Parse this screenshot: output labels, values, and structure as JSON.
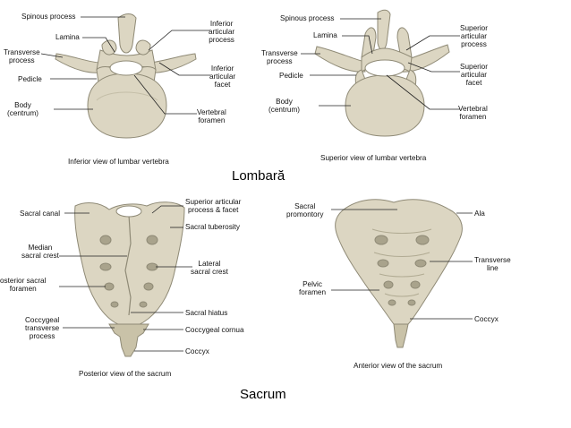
{
  "sections": {
    "lumbar_title": "Lombară",
    "sacrum_title": "Sacrum"
  },
  "inferior_view": {
    "caption": "Inferior view of lumbar vertebra",
    "labels": {
      "spinous_process": "Spinous process",
      "lamina": "Lamina",
      "transverse_process": [
        "Transverse",
        "process"
      ],
      "pedicle": "Pedicle",
      "body": [
        "Body",
        "(centrum)"
      ],
      "inferior_articular_process": [
        "Inferior",
        "articular",
        "process"
      ],
      "inferior_articular_facet": [
        "Inferior",
        "articular",
        "facet"
      ],
      "vertebral_foramen": [
        "Vertebral",
        "foramen"
      ]
    }
  },
  "superior_view": {
    "caption": "Superior view of lumbar vertebra",
    "labels": {
      "spinous_process": "Spinous process",
      "lamina": "Lamina",
      "transverse_process": [
        "Transverse",
        "process"
      ],
      "pedicle": "Pedicle",
      "body": [
        "Body",
        "(centrum)"
      ],
      "superior_articular_process": [
        "Superior",
        "articular",
        "process"
      ],
      "superior_articular_facet": [
        "Superior",
        "articular",
        "facet"
      ],
      "vertebral_foramen": [
        "Vertebral",
        "foramen"
      ]
    }
  },
  "posterior_sacrum": {
    "caption": "Posterior view of the sacrum",
    "labels": {
      "sacral_canal": "Sacral canal",
      "median_sacral_crest": [
        "Median",
        "sacral crest"
      ],
      "posterior_sacral_foramen": [
        "osterior sacral",
        "foramen"
      ],
      "coccygeal_transverse_process": [
        "Coccygeal",
        "transverse",
        "process"
      ],
      "superior_articular_process_facet": [
        "Superior articular",
        "process & facet"
      ],
      "sacral_tuberosity": "Sacral tuberosity",
      "lateral_sacral_crest": [
        "Lateral",
        "sacral crest"
      ],
      "sacral_hiatus": "Sacral hiatus",
      "coccygeal_cornua": "Coccygeal cornua",
      "coccyx": "Coccyx"
    }
  },
  "anterior_sacrum": {
    "caption": "Anterior view of the sacrum",
    "labels": {
      "sacral_promontory": [
        "Sacral",
        "promontory"
      ],
      "pelvic_foramen": [
        "Pelvic",
        "foramen"
      ],
      "ala": "Ala",
      "transverse_line": [
        "Transverse",
        "line"
      ],
      "coccyx": "Coccyx"
    }
  },
  "colors": {
    "bone_fill": "#dcd6c2",
    "bone_stroke": "#8f8a76",
    "bone_shadow": "#a9a38c",
    "leader_line": "#222222"
  }
}
